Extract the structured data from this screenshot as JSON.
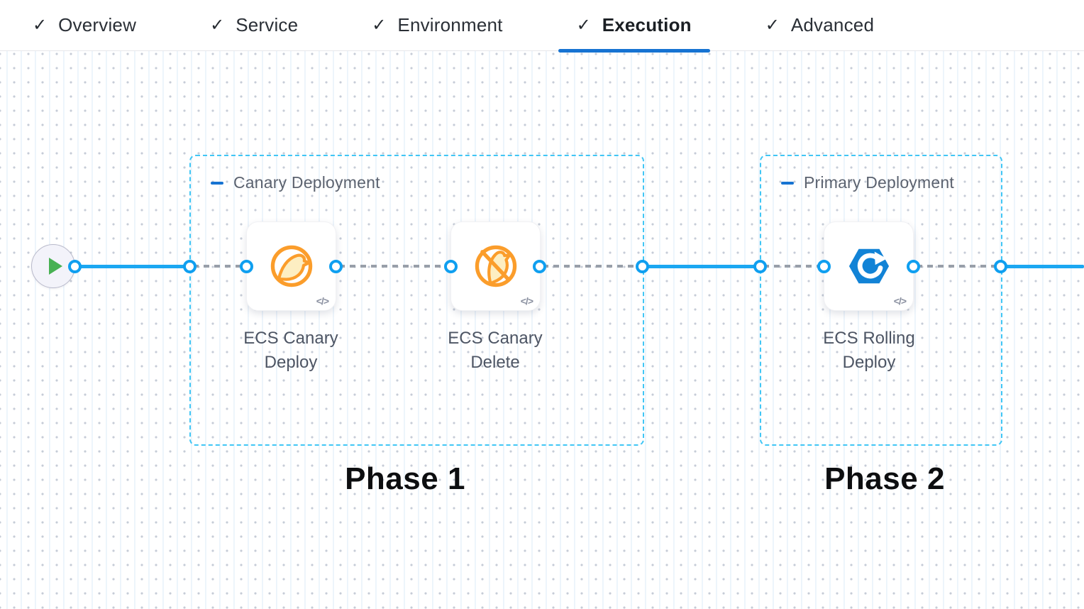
{
  "tab_bar": {
    "check_glyph": "✓",
    "tabs": [
      {
        "label": "Overview",
        "checked": true,
        "active": false
      },
      {
        "label": "Service",
        "checked": true,
        "active": false
      },
      {
        "label": "Environment",
        "checked": true,
        "active": false
      },
      {
        "label": "Execution",
        "checked": true,
        "active": true
      },
      {
        "label": "Advanced",
        "checked": true,
        "active": false
      }
    ]
  },
  "canvas": {
    "start_node": {
      "icon": "play-icon"
    },
    "groups": [
      {
        "label": "Canary Deployment",
        "phase_label": "Phase 1",
        "steps": [
          {
            "name": "ECS Canary Deploy",
            "icon": "ecs-canary-deploy-icon",
            "code_badge": "</>"
          },
          {
            "name": "ECS Canary Delete",
            "icon": "ecs-canary-delete-icon",
            "code_badge": "</>"
          }
        ]
      },
      {
        "label": "Primary Deployment",
        "phase_label": "Phase 2",
        "steps": [
          {
            "name": "ECS Rolling Deploy",
            "icon": "ecs-rolling-deploy-icon",
            "code_badge": "</>"
          }
        ]
      }
    ]
  },
  "colors": {
    "accent_blue": "#1673d2",
    "link_blue": "#1ba7f2",
    "ring_blue": "#0f9ff0",
    "group_border_cyan": "#41c6f5",
    "dashed_gray": "#989fa9",
    "canary_orange": "#fb9d2b",
    "ecs_blue": "#1283d6",
    "play_green": "#48b153"
  }
}
